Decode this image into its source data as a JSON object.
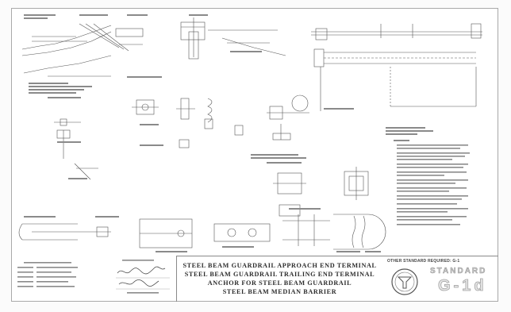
{
  "title_block": {
    "lines": [
      "STEEL BEAM GUARDRAIL APPROACH END TERMINAL",
      "STEEL BEAM GUARDRAIL TRAILING END TERMINAL",
      "ANCHOR FOR STEEL BEAM GUARDRAIL",
      "STEEL BEAM MEDIAN BARRIER"
    ]
  },
  "standard": {
    "other_standards": "OTHER STANDARD REQUIRED: G-1",
    "label": "STANDARD",
    "number": "G-1d"
  },
  "colors": {
    "ink": "#3a3a3a",
    "line": "#6b6b6b",
    "paper": "#ffffff"
  },
  "icons": [
    "state-seal-icon",
    "signature-icon"
  ]
}
